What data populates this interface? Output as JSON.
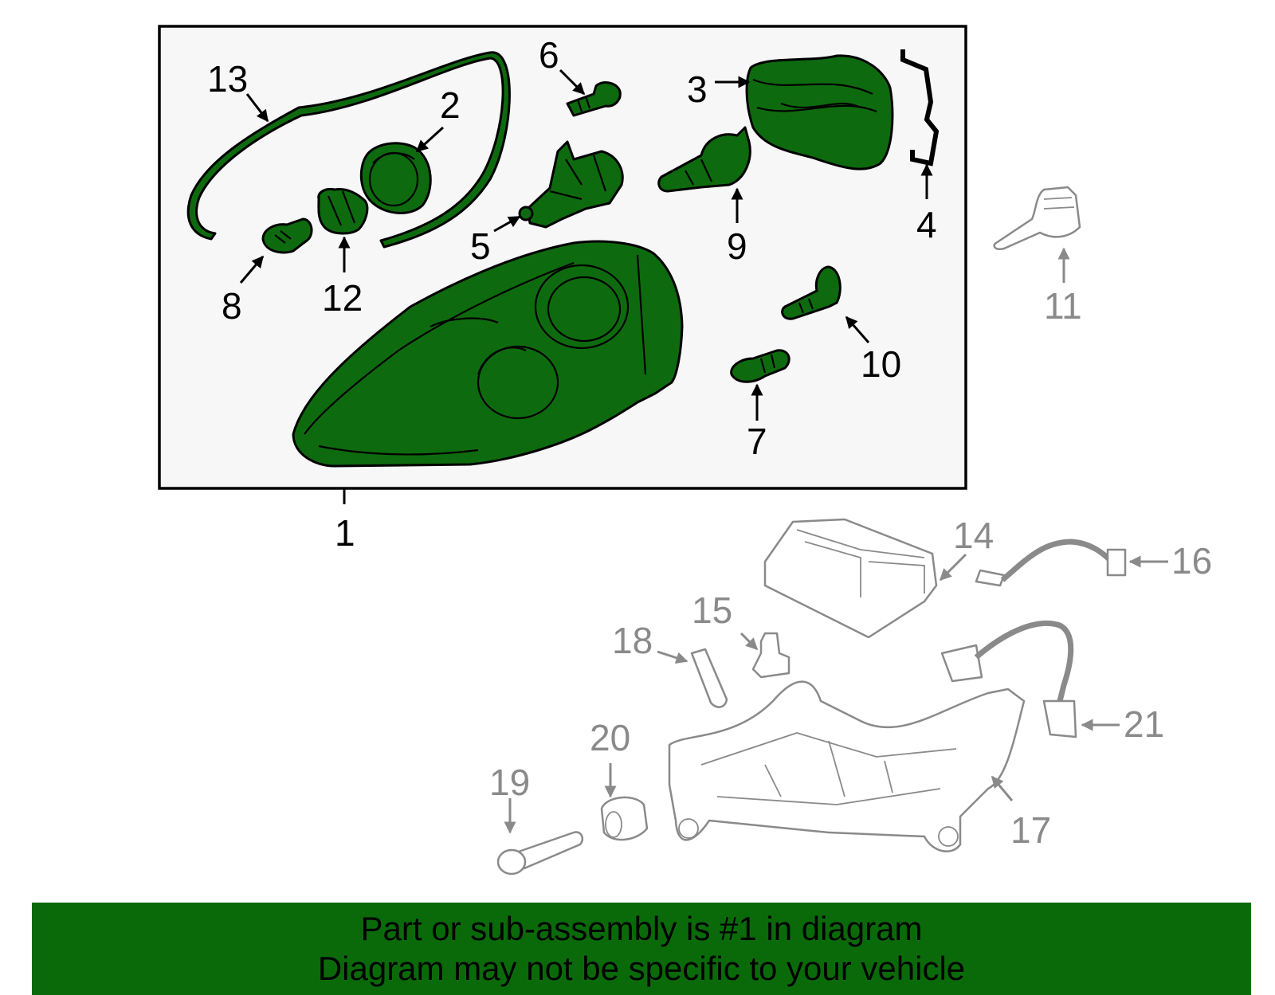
{
  "callouts": {
    "c1": "1",
    "c2": "2",
    "c3": "3",
    "c4": "4",
    "c5": "5",
    "c6": "6",
    "c7": "7",
    "c8": "8",
    "c9": "9",
    "c10": "10",
    "c11": "11",
    "c12": "12",
    "c13": "13",
    "c14": "14",
    "c15": "15",
    "c16": "16",
    "c17": "17",
    "c18": "18",
    "c19": "19",
    "c20": "20",
    "c21": "21"
  },
  "highlighted_part": "1",
  "colors": {
    "highlight_fill": "#0e6a0e",
    "banner_background": "#0a6a0a",
    "dim_parts": "#8a8a8a"
  },
  "banner": {
    "line1": "Part or sub-assembly is #1 in diagram",
    "line2": "Diagram may not be specific to your vehicle"
  }
}
